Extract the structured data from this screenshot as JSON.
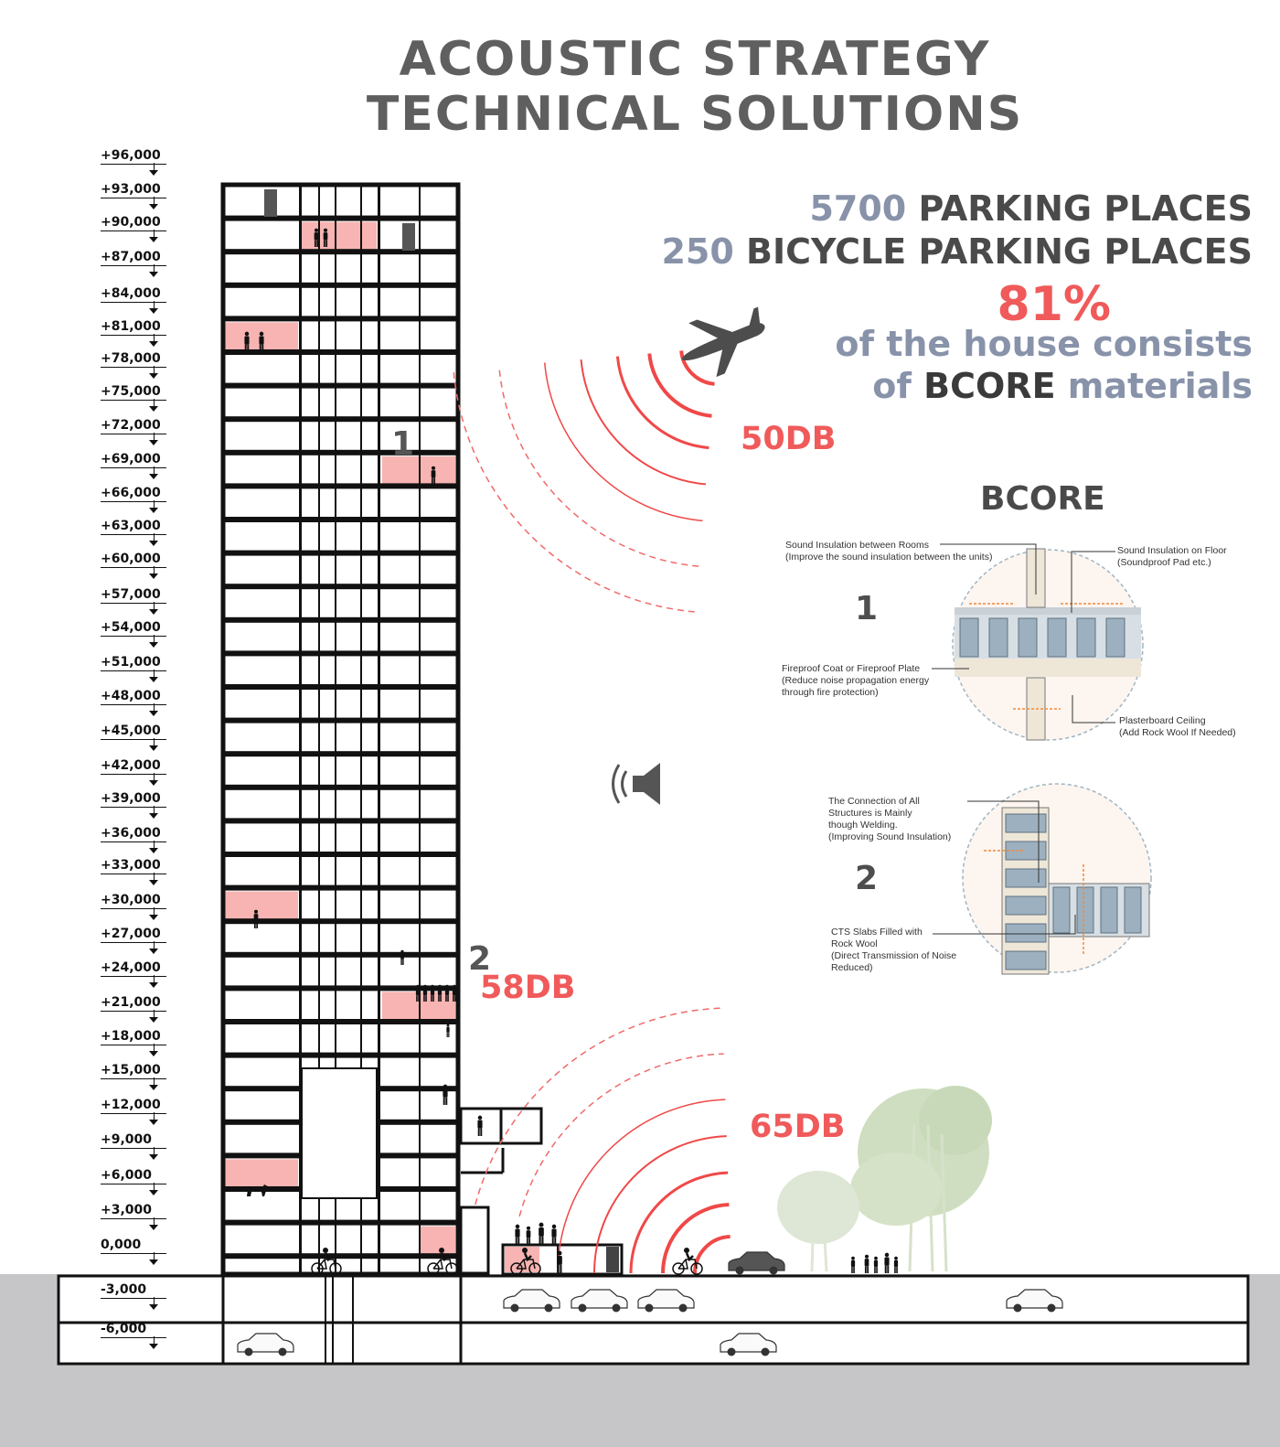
{
  "title": {
    "line1": "ACOUSTIC STRATEGY",
    "line2": "TECHNICAL SOLUTIONS"
  },
  "stats": {
    "parking_num": "5700",
    "parking_text": "PARKING PLACES",
    "bike_num": "250",
    "bike_text": "BICYCLE PARKING PLACES",
    "percent": "81%",
    "consists_line1": "of the house consists",
    "consists_of": "of",
    "consists_brand": "BCORE",
    "consists_end": "materials"
  },
  "noise": {
    "plane": "50DB",
    "terrace": "58DB",
    "street": "65DB"
  },
  "markers": {
    "one": "1",
    "two": "2"
  },
  "bcore": {
    "heading": "BCORE",
    "detail1": {
      "number": "1",
      "callout_rooms": "Sound Insulation between Rooms\n(Improve the sound insulation between the units)",
      "callout_floor": "Sound Insulation on Floor\n(Soundproof Pad etc.)",
      "callout_fire": "Fireproof  Coat or Fireproof Plate\n(Reduce noise propagation energy\nthrough fire protection)",
      "callout_ceiling": "Plasterboard Ceiling\n(Add Rock Wool If Needed)"
    },
    "detail2": {
      "number": "2",
      "callout_connection": "The Connection of All\nStructures is Mainly\nthough Welding.\n(Improving Sound Insulation)",
      "callout_slabs": "CTS Slabs Filled with\nRock Wool\n(Direct Transmission of Noise\nReduced)"
    }
  },
  "levels": [
    "+96,000",
    "+93,000",
    "+90,000",
    "+87,000",
    "+84,000",
    "+81,000",
    "+78,000",
    "+75,000",
    "+72,000",
    "+69,000",
    "+66,000",
    "+63,000",
    "+60,000",
    "+57,000",
    "+54,000",
    "+51,000",
    "+48,000",
    "+45,000",
    "+42,000",
    "+39,000",
    "+36,000",
    "+33,000",
    "+30,000",
    "+27,000",
    "+24,000",
    "+21,000",
    "+18,000",
    "+15,000",
    "+12,000",
    "+9,000",
    "+6,000",
    "+3,000",
    "0,000",
    "-3,000",
    "-6,000"
  ],
  "icons": [
    "airplane-icon",
    "speaker-icon",
    "person-silhouette-icon",
    "bicycle-icon",
    "car-icon",
    "dog-icon",
    "tree-icon"
  ],
  "colors": {
    "highlight": "#f7b4b2",
    "accent_red": "#f05a5a",
    "stat_blue": "#8893aa",
    "title_gray": "#5f5f5f",
    "ground": "#c6c6c8"
  }
}
